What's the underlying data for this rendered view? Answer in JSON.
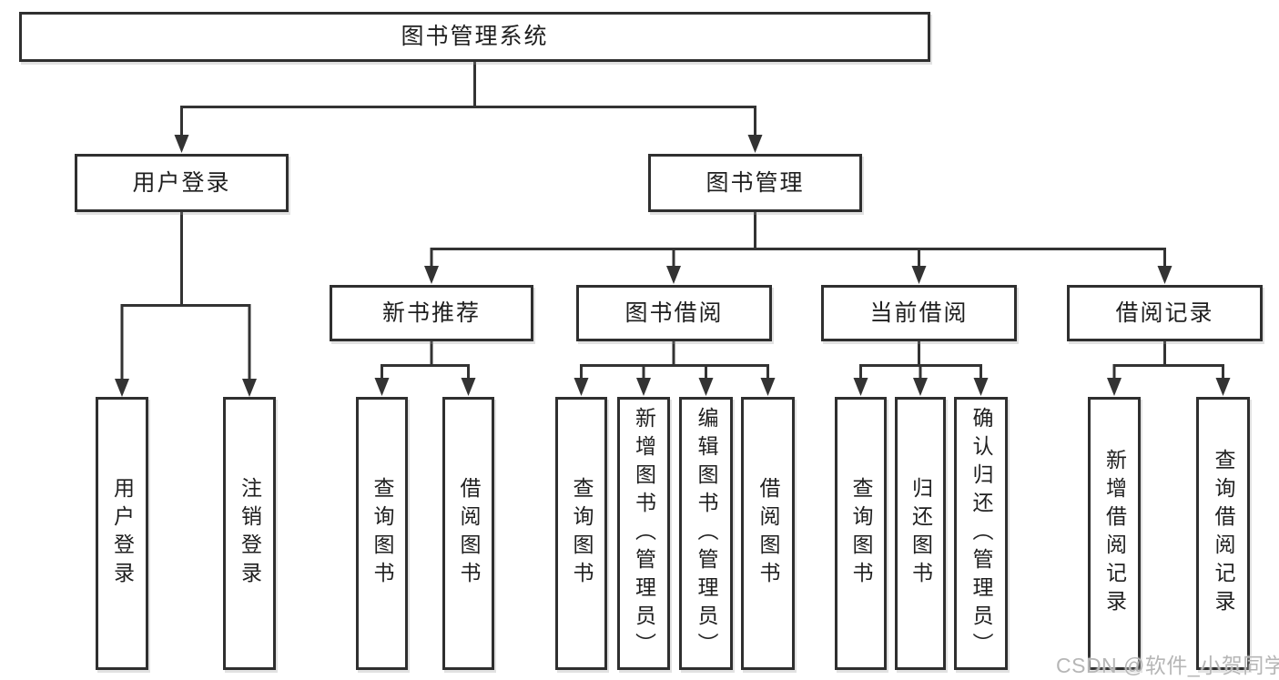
{
  "diagram": {
    "tree": {
      "root": {
        "label": "图书管理系统"
      },
      "level2": [
        {
          "label": "用户登录",
          "children": [
            "用户登录",
            "注销登录"
          ]
        },
        {
          "label": "图书管理"
        }
      ],
      "level3": [
        {
          "label": "新书推荐",
          "children": [
            "查询图书",
            "借阅图书"
          ]
        },
        {
          "label": "图书借阅",
          "children": [
            "查询图书",
            "新增图书（管理员）",
            "编辑图书（管理员）",
            "借阅图书"
          ]
        },
        {
          "label": "当前借阅",
          "children": [
            "查询图书",
            "归还图书",
            "确认归还（管理员）"
          ]
        },
        {
          "label": "借阅记录",
          "children": [
            "新增借阅记录",
            "查询借阅记录"
          ]
        }
      ]
    },
    "colors": {
      "line": "#333333",
      "box_border": "#2f2f2f",
      "text": "#1f1f1f",
      "background": "#ffffff",
      "watermark": "#b6b6b6"
    }
  },
  "watermark": {
    "text": "CSDN @软件_小贺同学"
  }
}
